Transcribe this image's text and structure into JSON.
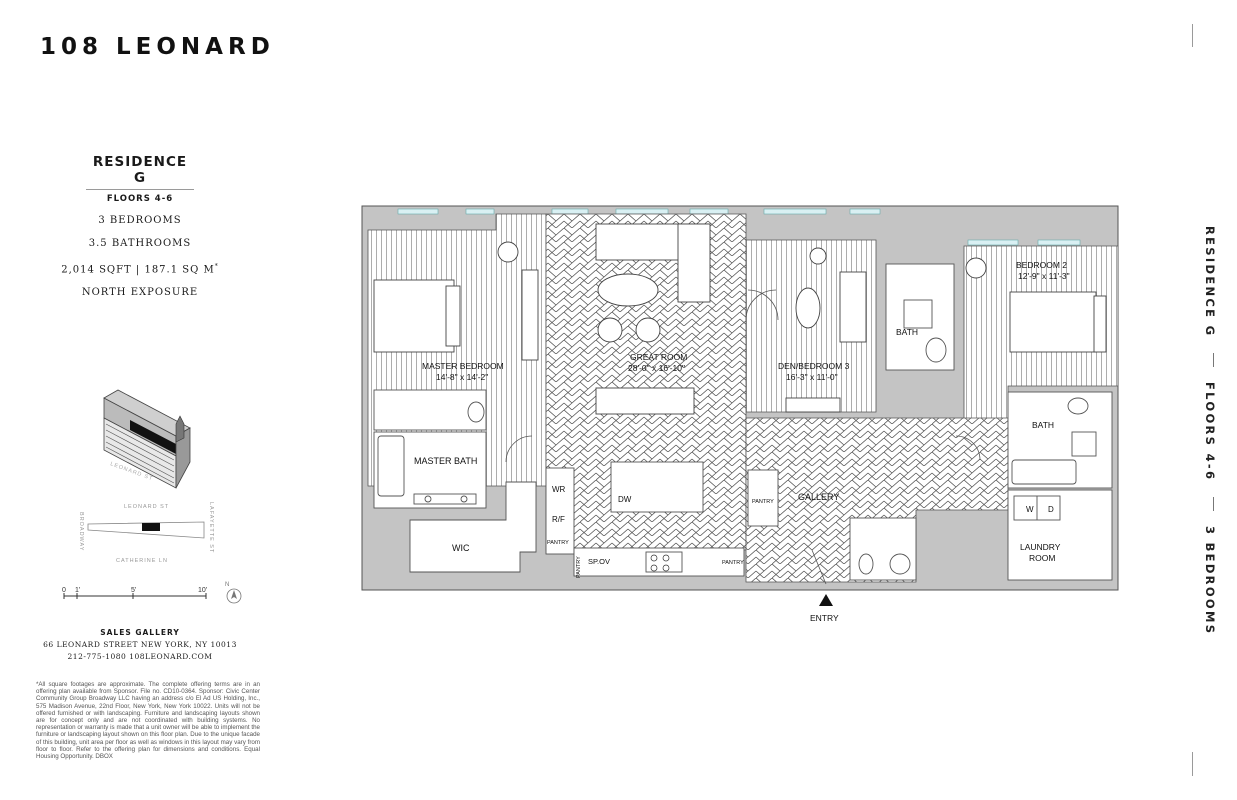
{
  "brand": "108 LEONARD",
  "residence": {
    "title": "RESIDENCE G",
    "floors": "FLOORS 4-6",
    "bedrooms": "3 BEDROOMS",
    "bathrooms": "3.5 BATHROOMS",
    "area": "2,014 SQFT | 187.1 SQ M",
    "area_mark": "*",
    "exposure": "NORTH EXPOSURE"
  },
  "vertical_tab": {
    "residence": "RESIDENCE G",
    "floors": "FLOORS 4-6",
    "bedrooms": "3 BEDROOMS"
  },
  "locator": {
    "street_3d": "LEONARD ST",
    "north_street": "LEONARD ST",
    "south_street": "CATHERINE LN",
    "west_street": "BROADWAY",
    "east_street": "LAFAYETTE ST"
  },
  "scale": {
    "ticks": [
      "0",
      "1'",
      "5'",
      "10'"
    ],
    "north": "N"
  },
  "sales": {
    "title": "SALES GALLERY",
    "address": "66 LEONARD STREET   NEW YORK, NY 10013",
    "contact": "212-775-1080  108LEONARD.COM"
  },
  "disclaimer": "*All square footages are approximate. The complete offering terms are in an offering plan available from Sponsor. File no. CD10-0364. Sponsor: Civic Center Community Group Broadway LLC having an address c/o El Ad US Holding, Inc., 575 Madison Avenue, 22nd Floor, New York, New York 10022. Units will not be offered furnished or with landscaping. Furniture and landscaping layouts shown are for concept only and are not coordinated with building systems. No representation or warranty is made that a unit owner will be able to implement the furniture or landscaping layout shown on this floor plan. Due to the unique facade of this building, unit area per floor as well as windows in this layout may vary from floor to floor. Refer to the offering plan for dimensions and conditions. Equal Housing Opportunity. DBOX",
  "plan": {
    "rooms": {
      "master_bedroom": {
        "name": "MASTER BEDROOM",
        "dims": "14'-8\" x 14'-2\""
      },
      "great_room": {
        "name": "GREAT ROOM",
        "dims": "28'-0\" x 16'-10\""
      },
      "den": {
        "name": "DEN/BEDROOM 3",
        "dims": "16'-3\" x 11'-0\""
      },
      "bedroom2": {
        "name": "BEDROOM 2",
        "dims": "12'-9\" x 11'-3\""
      },
      "bath_a": "BATH",
      "bath_b": "BATH",
      "master_bath": "MASTER BATH",
      "wic": "WIC",
      "gallery": "GALLERY",
      "laundry_line1": "LAUNDRY",
      "laundry_line2": "ROOM",
      "entry": "ENTRY"
    },
    "fixtures": {
      "wr": "WR",
      "rf": "R/F",
      "pantry_small": "PANTRY",
      "pantry_left": "PANTRY",
      "pantry_right": "PANTRY",
      "pantry_gallery": "PANTRY",
      "dw": "DW",
      "spov": "SP.OV",
      "washer": "W",
      "dryer": "D"
    }
  }
}
